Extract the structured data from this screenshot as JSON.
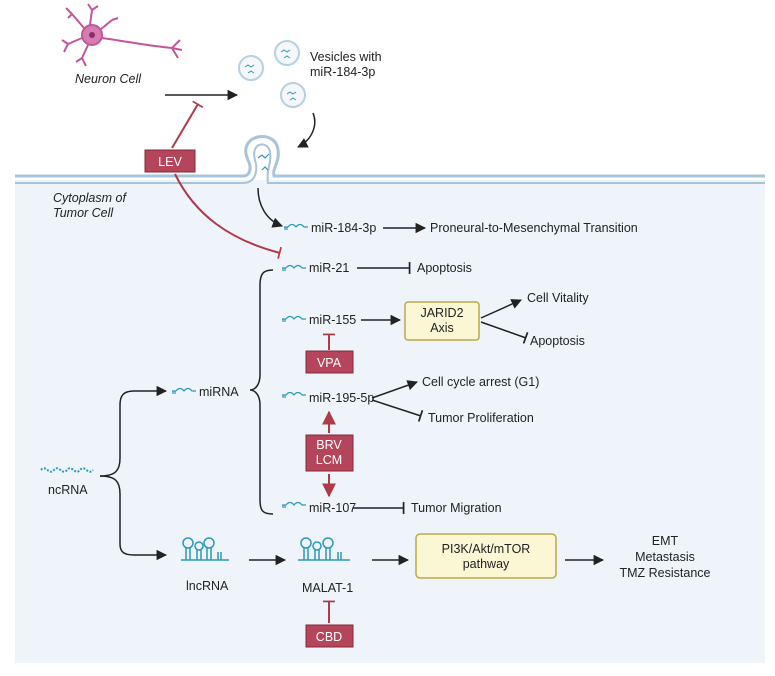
{
  "labels": {
    "neuron": "Neuron Cell",
    "vesicles": "Vesicles with\nmiR-184-3p",
    "cytoplasm": "Cytoplasm of\nTumor Cell",
    "ncrna": "ncRNA",
    "mirna": "miRNA",
    "lncrna": "lncRNA",
    "malat1": "MALAT-1"
  },
  "mirnas": {
    "mir184": "miR-184-3p",
    "mir21": "miR-21",
    "mir155": "miR-155",
    "mir195": "miR-195-5p",
    "mir107": "miR-107"
  },
  "drugs": {
    "lev": "LEV",
    "vpa": "VPA",
    "brv_lcm": "BRV\nLCM",
    "cbd": "CBD"
  },
  "pathways": {
    "jarid2": "JARID2\nAxis",
    "pi3k": "PI3K/Akt/mTOR\npathway"
  },
  "outcomes": {
    "pmt": "Proneural-to-Mesenchymal Transition",
    "apoptosis1": "Apoptosis",
    "cell_vitality": "Cell Vitality",
    "apoptosis2": "Apoptosis",
    "cell_cycle": "Cell cycle arrest (G1)",
    "tumor_prolif": "Tumor Proliferation",
    "tumor_migration": "Tumor Migration",
    "emt_block": "EMT\nMetastasis\nTMZ Resistance"
  },
  "colors": {
    "cell_bg": "#eef4fa",
    "membrane": "#a9c4d8",
    "drug_fill": "#b5455a",
    "inhibit_red": "#b03a48",
    "pathway_fill": "#fbf6d3",
    "pathway_stroke": "#b9a94c",
    "rna_teal": "#2a9ab8",
    "neuron": "#c0579b",
    "arrow": "#222222"
  }
}
